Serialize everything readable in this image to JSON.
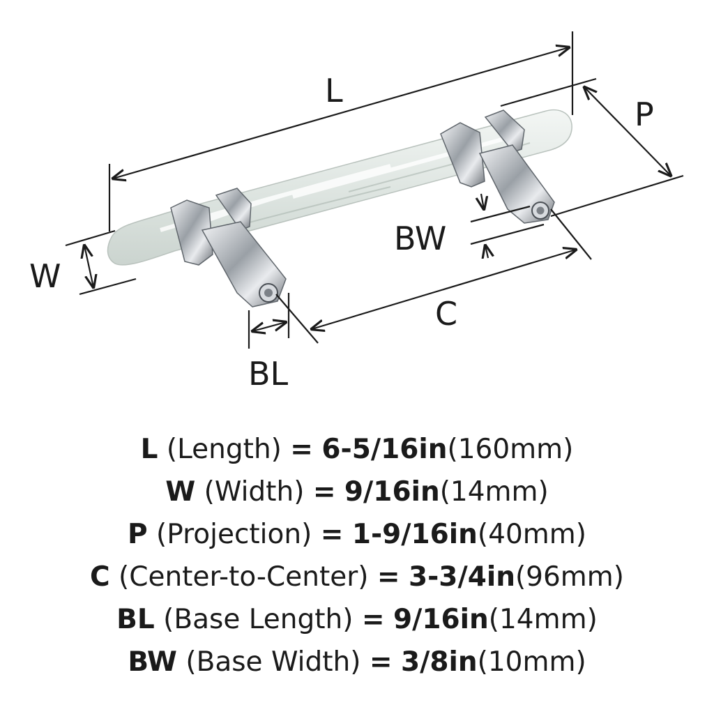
{
  "diagram": {
    "labels": {
      "L": "L",
      "P": "P",
      "W": "W",
      "BW": "BW",
      "C": "C",
      "BL": "BL"
    }
  },
  "specs": [
    {
      "code": "L",
      "name": "(Length)",
      "eq": "=",
      "imperial": "6-5/16in",
      "metric": "(160mm)"
    },
    {
      "code": "W",
      "name": "(Width)",
      "eq": "=",
      "imperial": "9/16in",
      "metric": "(14mm)"
    },
    {
      "code": "P",
      "name": "(Projection)",
      "eq": "=",
      "imperial": "1-9/16in",
      "metric": "(40mm)"
    },
    {
      "code": "C",
      "name": "(Center-to-Center)",
      "eq": "=",
      "imperial": "3-3/4in",
      "metric": "(96mm)"
    },
    {
      "code": "BL",
      "name": "(Base Length)",
      "eq": "=",
      "imperial": "9/16in",
      "metric": "(14mm)"
    },
    {
      "code": "BW",
      "name": "(Base Width)",
      "eq": "=",
      "imperial": "3/8in",
      "metric": "(10mm)"
    }
  ],
  "colors": {
    "handle": "#e6ece9",
    "chrome": "#c9ccd0",
    "line": "#1a1a1a"
  }
}
